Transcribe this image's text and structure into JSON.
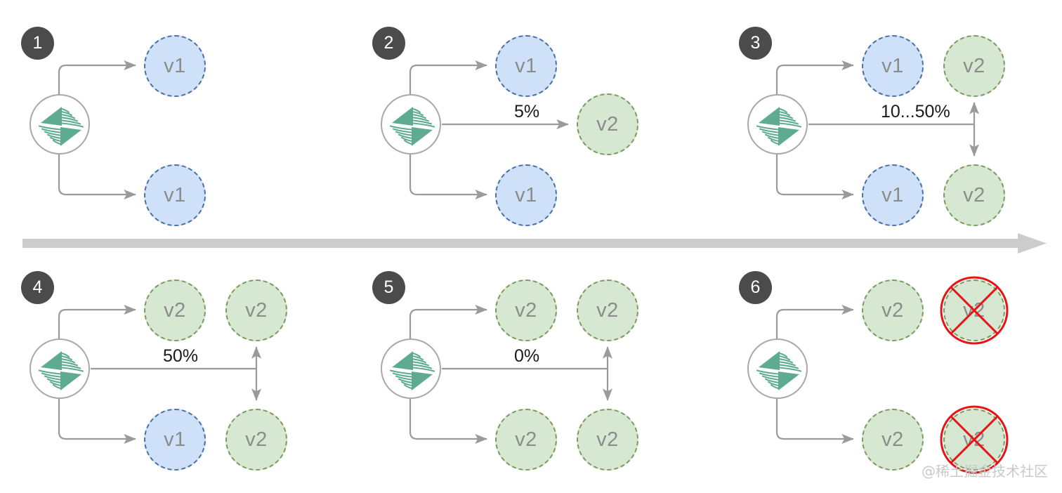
{
  "diagram": {
    "title": "Traefik canary / blue-green rollout steps",
    "colors": {
      "v1_fill": "#cfe1f8",
      "v1_stroke": "#4a6fa5",
      "v2_fill": "#d6e8d2",
      "v2_stroke": "#7c9a5e",
      "badge_bg": "#4b4b4b",
      "wire": "#9a9a9a",
      "timeline": "#cccccc",
      "kill_stroke": "#e81414",
      "logo": "#5fab92",
      "label_text": "#1a1a1a",
      "node_text": "#8c8c8c"
    },
    "timeline": {
      "name": "time-arrow",
      "direction": "left-to-right"
    },
    "watermark": "@稀土掘金技术社区",
    "steps": [
      {
        "number": "1",
        "hub": "traefik-logo",
        "percent": null,
        "nodes": [
          {
            "slot": "top-inner",
            "label": "v1",
            "kind": "v1",
            "crossed": false
          },
          {
            "slot": "bottom-inner",
            "label": "v1",
            "kind": "v1",
            "crossed": false
          }
        ]
      },
      {
        "number": "2",
        "hub": "traefik-logo",
        "percent": "5%",
        "nodes": [
          {
            "slot": "top-inner",
            "label": "v1",
            "kind": "v1",
            "crossed": false
          },
          {
            "slot": "bottom-inner",
            "label": "v1",
            "kind": "v1",
            "crossed": false
          },
          {
            "slot": "middle-outer",
            "label": "v2",
            "kind": "v2",
            "crossed": false
          }
        ]
      },
      {
        "number": "3",
        "hub": "traefik-logo",
        "percent": "10...50%",
        "nodes": [
          {
            "slot": "top-inner",
            "label": "v1",
            "kind": "v1",
            "crossed": false
          },
          {
            "slot": "bottom-inner",
            "label": "v1",
            "kind": "v1",
            "crossed": false
          },
          {
            "slot": "top-outer",
            "label": "v2",
            "kind": "v2",
            "crossed": false
          },
          {
            "slot": "bottom-outer",
            "label": "v2",
            "kind": "v2",
            "crossed": false
          }
        ]
      },
      {
        "number": "4",
        "hub": "traefik-logo",
        "percent": "50%",
        "nodes": [
          {
            "slot": "top-inner",
            "label": "v2",
            "kind": "v2",
            "crossed": false
          },
          {
            "slot": "bottom-inner",
            "label": "v1",
            "kind": "v1",
            "crossed": false
          },
          {
            "slot": "top-outer",
            "label": "v2",
            "kind": "v2",
            "crossed": false
          },
          {
            "slot": "bottom-outer",
            "label": "v2",
            "kind": "v2",
            "crossed": false
          }
        ]
      },
      {
        "number": "5",
        "hub": "traefik-logo",
        "percent": "0%",
        "nodes": [
          {
            "slot": "top-inner",
            "label": "v2",
            "kind": "v2",
            "crossed": false
          },
          {
            "slot": "bottom-inner",
            "label": "v2",
            "kind": "v2",
            "crossed": false
          },
          {
            "slot": "top-outer",
            "label": "v2",
            "kind": "v2",
            "crossed": false
          },
          {
            "slot": "bottom-outer",
            "label": "v2",
            "kind": "v2",
            "crossed": false
          }
        ]
      },
      {
        "number": "6",
        "hub": "traefik-logo",
        "percent": null,
        "nodes": [
          {
            "slot": "top-inner",
            "label": "v2",
            "kind": "v2",
            "crossed": false
          },
          {
            "slot": "bottom-inner",
            "label": "v2",
            "kind": "v2",
            "crossed": false
          },
          {
            "slot": "top-outer",
            "label": "v2",
            "kind": "v2",
            "crossed": true
          },
          {
            "slot": "bottom-outer",
            "label": "v2",
            "kind": "v2",
            "crossed": true
          }
        ]
      }
    ]
  }
}
